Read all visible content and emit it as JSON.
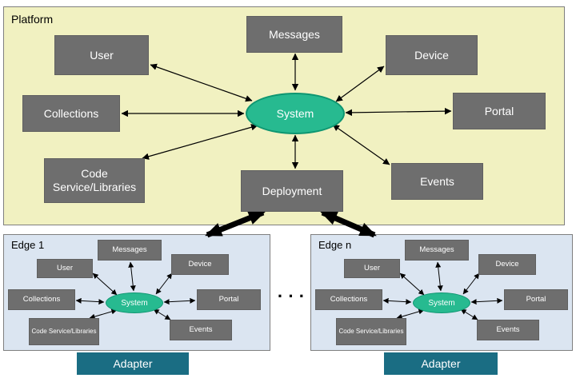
{
  "colors": {
    "platform_bg": "#f1f1c1",
    "edge_bg": "#dbe5f1",
    "node_fill": "#6e6e6e",
    "node_text": "#ffffff",
    "system_fill": "#27ba90",
    "system_border": "#0e9671",
    "adapter_fill": "#1a6d83",
    "arrow": "#000000",
    "panel_border": "#7f7f7f"
  },
  "platform": {
    "label": "Platform",
    "system": "System",
    "nodes": {
      "messages": "Messages",
      "user": "User",
      "device": "Device",
      "collections": "Collections",
      "code": "Code Service/Libraries",
      "portal": "Portal",
      "deployment": "Deployment",
      "events": "Events"
    }
  },
  "edges": [
    {
      "label": "Edge 1",
      "system": "System",
      "adapter": "Adapter",
      "nodes": {
        "messages": "Messages",
        "user": "User",
        "device": "Device",
        "collections": "Collections",
        "code": "Code Service/Libraries",
        "portal": "Portal",
        "events": "Events"
      }
    },
    {
      "label": "Edge n",
      "system": "System",
      "adapter": "Adapter",
      "nodes": {
        "messages": "Messages",
        "user": "User",
        "device": "Device",
        "collections": "Collections",
        "code": "Code Service/Libraries",
        "portal": "Portal",
        "events": "Events"
      }
    }
  ],
  "separator": "·  ·  ·"
}
